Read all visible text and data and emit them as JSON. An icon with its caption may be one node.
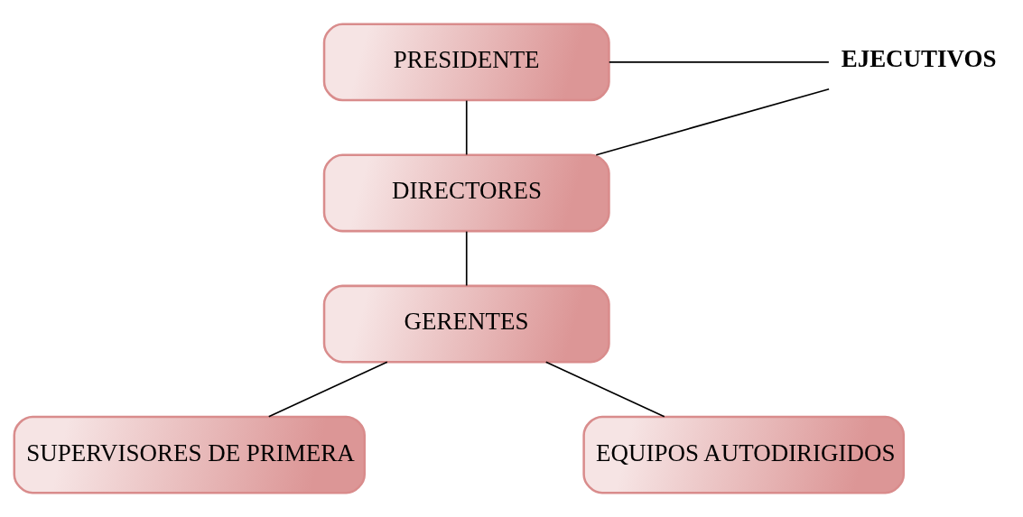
{
  "diagram": {
    "nodes": [
      {
        "text": [
          "PRESIDENTE"
        ]
      },
      {
        "text": [
          "DIRECTORES"
        ]
      },
      {
        "text": [
          "GERENTES"
        ]
      },
      {
        "text": [
          "SUPERVISORES DE PRIMERA"
        ]
      },
      {
        "text": [
          "EQUIPOS AUTODIRIGIDOS"
        ]
      },
      {
        "text": [
          "EJECUTIVOS"
        ]
      }
    ],
    "edges": [
      {
        "from": 5,
        "to": 0,
        "arrow": "none"
      },
      {
        "from": 5,
        "to": 1,
        "arrow": "none"
      },
      {
        "from": 0,
        "to": 1,
        "arrow": "none"
      },
      {
        "from": 1,
        "to": 2,
        "arrow": "none"
      },
      {
        "from": 2,
        "to": 3,
        "arrow": "none"
      },
      {
        "from": 2,
        "to": 4,
        "arrow": "none"
      }
    ]
  }
}
